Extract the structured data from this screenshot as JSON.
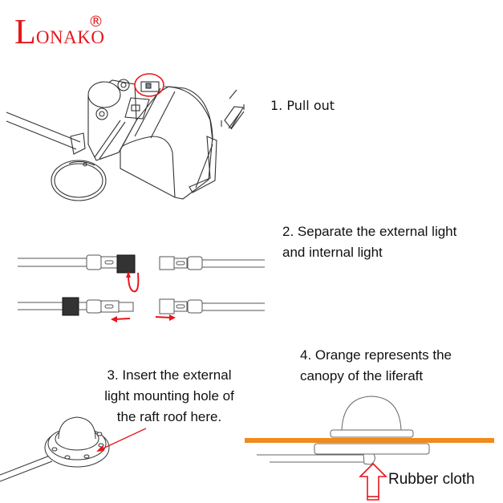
{
  "brand": {
    "logo_initial": "L",
    "logo_rest": "ONAKO",
    "registered_mark": "®",
    "color": "#e8161b"
  },
  "steps": [
    {
      "label": "1. Pull out"
    },
    {
      "lines": [
        "2. Separate the external light",
        "and internal light"
      ]
    },
    {
      "lines": [
        "3. Insert the external",
        "light mounting hole of",
        "the raft roof here."
      ]
    },
    {
      "lines": [
        "4. Orange represents the",
        "canopy of the liferaft"
      ]
    }
  ],
  "callouts": {
    "rubber_cloth": "Rubber cloth"
  },
  "colors": {
    "accent_red": "#e8161b",
    "canopy_orange": "#f08a1c",
    "line_art": "#333333"
  }
}
